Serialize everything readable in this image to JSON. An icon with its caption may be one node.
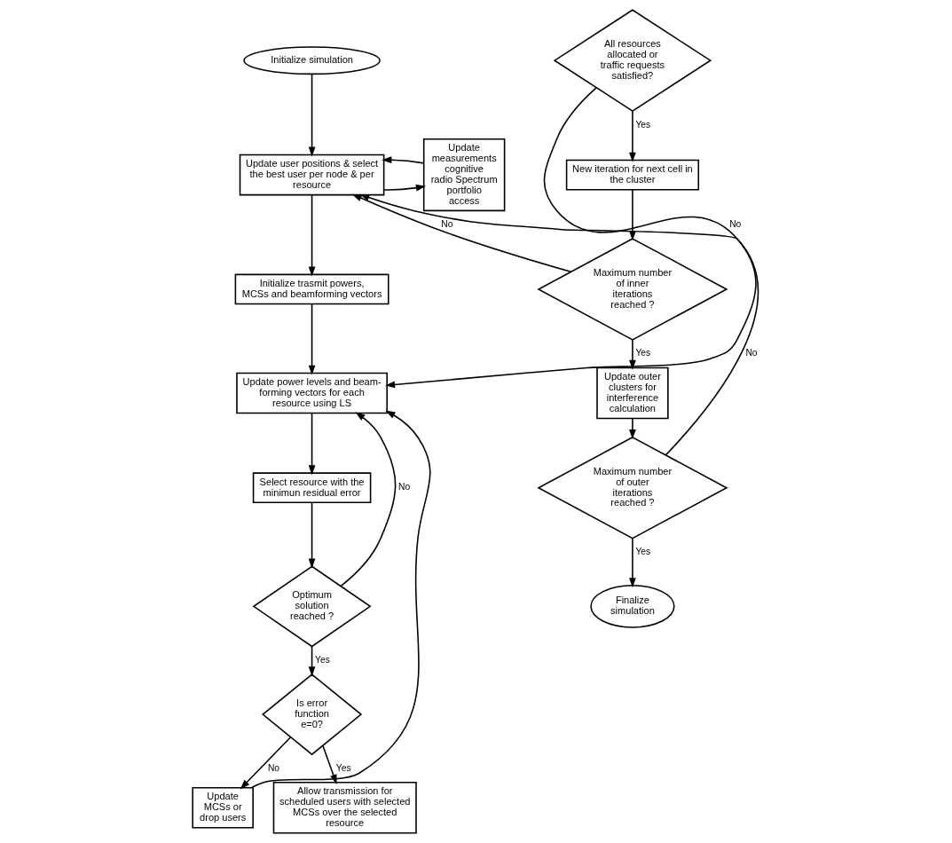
{
  "diagram": {
    "nodes": [
      {
        "text": [
          "Initialize simulation"
        ]
      },
      {
        "text": [
          "Update user positions & select the best user per node & per resource"
        ]
      },
      {
        "text": [
          "Update measurements cognitive radio Spectrum portfolio access"
        ]
      },
      {
        "text": [
          "Initialize trasmit powers, MCSs and beamforming vectors"
        ]
      },
      {
        "text": [
          "Update power levels and beam-forming vectors for each resource using LS"
        ]
      },
      {
        "text": [
          "Select resource with the minimun residual error"
        ]
      },
      {
        "text": [
          "Optimum solution reached ?"
        ]
      },
      {
        "text": [
          "Is error function e=0?"
        ]
      },
      {
        "text": [
          "Update MCSs or drop users"
        ]
      },
      {
        "text": [
          "Allow transmission for scheduled users with selected MCSs over the selected resource"
        ]
      },
      {
        "text": [
          "All resources allocated or traffic requests satisfied?"
        ]
      },
      {
        "text": [
          "New iteration for next cell in the cluster"
        ]
      },
      {
        "text": [
          "Maximum number of inner iterations reached ?"
        ]
      },
      {
        "text": [
          "Update outer clusters for interference calculation"
        ]
      },
      {
        "text": [
          "Maximum number of outer iterations reached ?"
        ]
      },
      {
        "text": [
          "Finalize simulation"
        ]
      }
    ],
    "edges": [
      {
        "from": 0,
        "to": 1,
        "arrow": "to"
      },
      {
        "from": 1,
        "to": 2,
        "arrow": "to"
      },
      {
        "from": 2,
        "to": 1,
        "arrow": "to"
      },
      {
        "from": 1,
        "to": 3,
        "arrow": "to"
      },
      {
        "from": 3,
        "to": 4,
        "arrow": "to"
      },
      {
        "from": 4,
        "to": 5,
        "arrow": "to"
      },
      {
        "from": 5,
        "to": 6,
        "arrow": "to"
      },
      {
        "from": 6,
        "to": 4,
        "arrow": "to",
        "label": "No"
      },
      {
        "from": 6,
        "to": 7,
        "arrow": "to",
        "label": "Yes"
      },
      {
        "from": 7,
        "to": 8,
        "arrow": "to",
        "label": "No"
      },
      {
        "from": 7,
        "to": 9,
        "arrow": "to",
        "label": "Yes"
      },
      {
        "from": 8,
        "to": 4,
        "arrow": "to"
      },
      {
        "from": 10,
        "to": 4,
        "arrow": "to",
        "label": "No"
      },
      {
        "from": 10,
        "to": 11,
        "arrow": "to",
        "label": "Yes"
      },
      {
        "from": 11,
        "to": 12,
        "arrow": "to"
      },
      {
        "from": 12,
        "to": 1,
        "arrow": "to",
        "label": "No"
      },
      {
        "from": 12,
        "to": 13,
        "arrow": "to",
        "label": "Yes"
      },
      {
        "from": 13,
        "to": 14,
        "arrow": "to"
      },
      {
        "from": 14,
        "to": 1,
        "arrow": "to",
        "label": "No"
      },
      {
        "from": 14,
        "to": 15,
        "arrow": "to",
        "label": "Yes"
      }
    ]
  }
}
